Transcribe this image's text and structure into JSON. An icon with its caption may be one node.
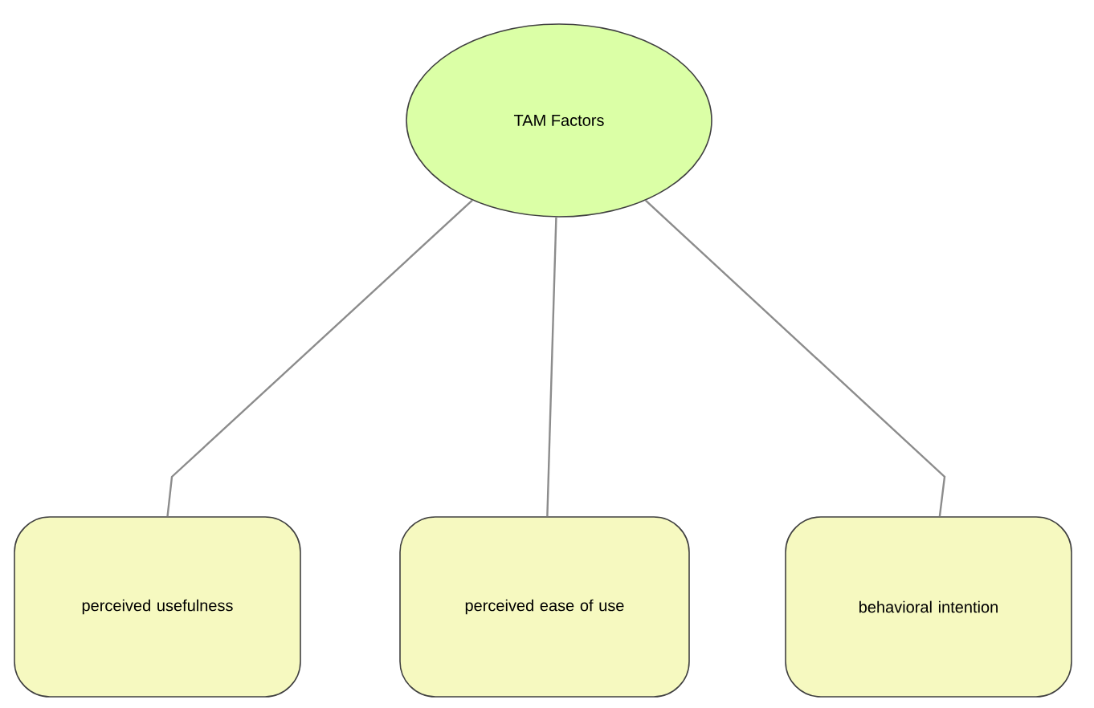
{
  "diagram": {
    "nodes": [
      {
        "text": [
          "TAM Factors"
        ]
      },
      {
        "text": [
          "perceived usefulness"
        ]
      },
      {
        "text": [
          "perceived ease of use"
        ]
      },
      {
        "text": [
          "behavioral intention"
        ]
      }
    ],
    "edges": [
      {
        "from": 0,
        "to": 1,
        "arrow": "none"
      },
      {
        "from": 0,
        "to": 2,
        "arrow": "none"
      },
      {
        "from": 0,
        "to": 3,
        "arrow": "none"
      }
    ]
  }
}
